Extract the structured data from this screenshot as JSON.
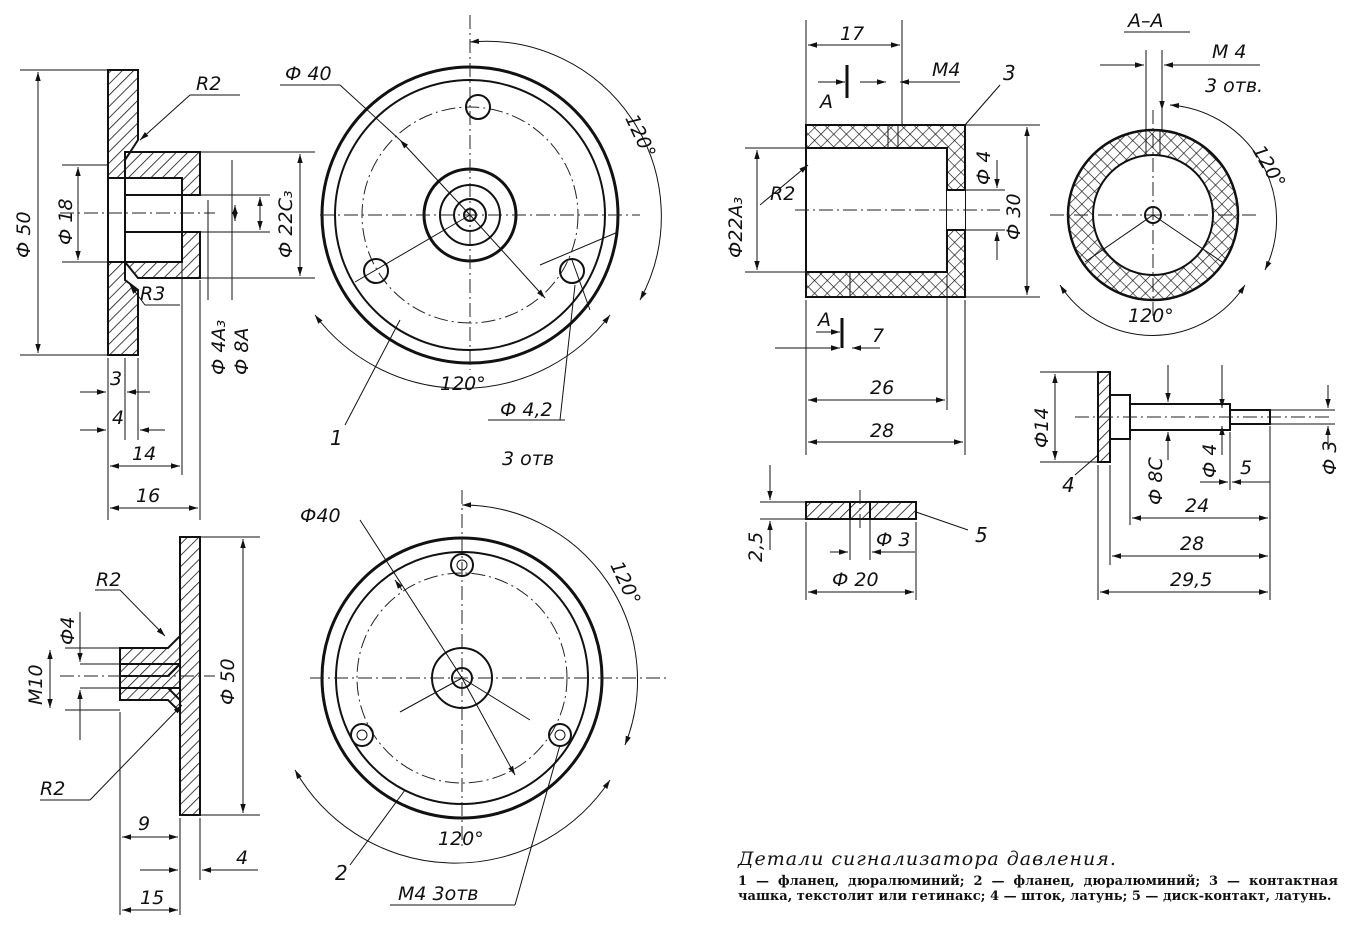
{
  "caption": {
    "title": "Детали сигнализатора давления.",
    "text": "1 — фланец, дюралюминий; 2 — фланец, дюралюминий; 3 — контактная чашка, текстолит или гетинакс; 4 — шток, латунь; 5 — диск-контакт, латунь."
  },
  "part1": {
    "section_dims": {
      "d50": "Ф 50",
      "d18": "Ф 18",
      "d22": "Ф 22C₃",
      "d4": "Ф 4A₃",
      "d8": "Ф 8A",
      "r2": "R2",
      "r3": "R3",
      "l3": "3",
      "l4": "4",
      "l14": "14",
      "l16": "16"
    },
    "plan_dims": {
      "d40": "Ф 40",
      "angle_top": "120°",
      "angle_bottom": "120°",
      "holes": "Ф 4,2",
      "holes_count": "3 отв",
      "number": "1"
    }
  },
  "part2": {
    "section_dims": {
      "r2_top": "R2",
      "r2_bottom": "R2",
      "d4": "Ф4",
      "m10": "M10",
      "d50": "Ф 50",
      "l9": "9",
      "l15": "15",
      "l4": "4"
    },
    "plan_dims": {
      "d40": "Ф40",
      "angle_top": "120°",
      "angle_bottom": "120°",
      "holes": "M4 3отв",
      "number": "2"
    }
  },
  "part3": {
    "section_dims": {
      "l17": "17",
      "m4": "M4",
      "section_mark_top": "A",
      "section_mark_bottom": "A",
      "r2": "R2",
      "d22": "Ф22A₃",
      "d4": "Ф 4",
      "d30": "Ф 30",
      "l7": "7",
      "l26": "26",
      "l28": "28",
      "number": "3"
    },
    "view_dims": {
      "title": "A–A",
      "m4": "M 4",
      "holes_count": "3 отв.",
      "angle_top": "120°",
      "angle_bottom": "120°"
    }
  },
  "part4": {
    "dims": {
      "d14": "Ф14",
      "d8": "Ф 8C",
      "d4": "Ф 4",
      "d3": "Ф 3",
      "l5": "5",
      "l24": "24",
      "l28": "28",
      "l29": "29,5",
      "number": "4"
    }
  },
  "part5": {
    "dims": {
      "t": "2,5",
      "d3": "Ф 3",
      "d20": "Ф 20",
      "number": "5"
    }
  }
}
